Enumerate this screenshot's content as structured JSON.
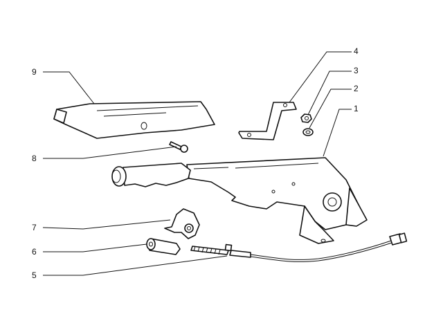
{
  "diagram": {
    "type": "exploded parts view",
    "callouts": [
      {
        "id": "9",
        "part": "console-cover"
      },
      {
        "id": "4",
        "part": "bracket"
      },
      {
        "id": "3",
        "part": "nut"
      },
      {
        "id": "2",
        "part": "washer"
      },
      {
        "id": "1",
        "part": "handbrake-lever"
      },
      {
        "id": "8",
        "part": "screw"
      },
      {
        "id": "7",
        "part": "cable-clip"
      },
      {
        "id": "6",
        "part": "sleeve"
      },
      {
        "id": "5",
        "part": "brake-cable"
      }
    ],
    "line_color": "#111111",
    "background": "#ffffff"
  }
}
